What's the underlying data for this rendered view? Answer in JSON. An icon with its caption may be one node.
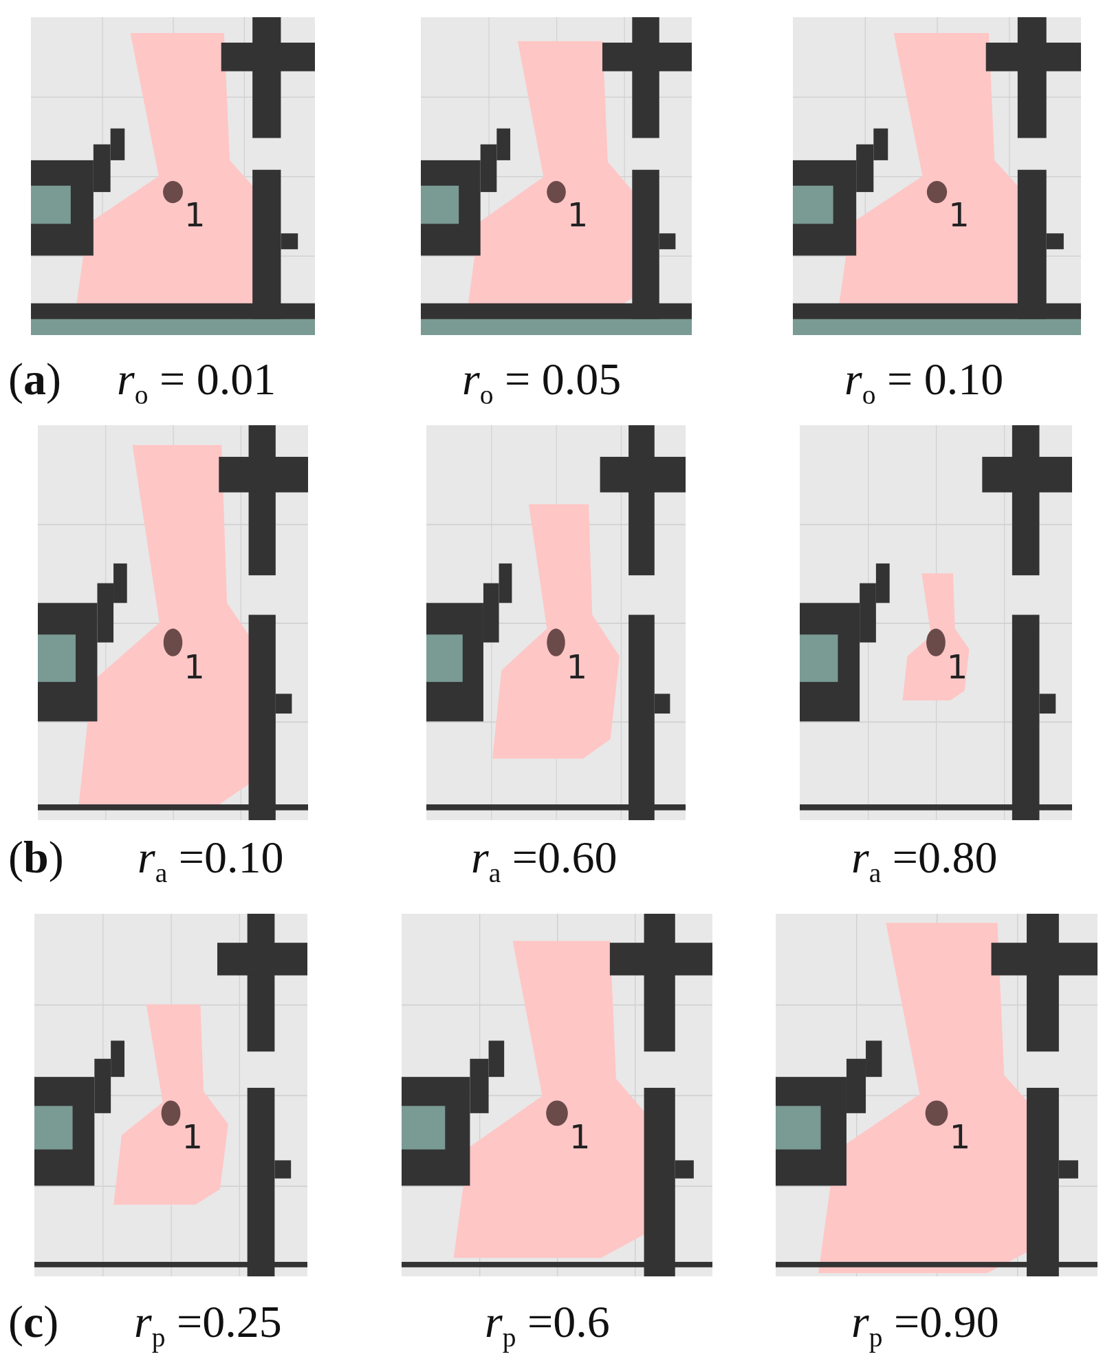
{
  "diagram": {
    "labels": [
      "1",
      "1",
      "1",
      "(**a**)",
      "*r*$_{o}$ = 0.01",
      "*r*$_{o}$ = 0.05",
      "*r*$_{o}$ = 0.10",
      "1",
      "1",
      "1",
      "(**b**)",
      "*r*$_{a}$ =0.10",
      "*r*$_{a}$ =0.60",
      "*r*$_{a}$ =0.80",
      "1",
      "1",
      "1",
      "(**c**)",
      "*r*$_{p}$ =0.25",
      "*r*$_{p}$ =0.6",
      "*r*$_{p}$ =0.90"
    ]
  }
}
